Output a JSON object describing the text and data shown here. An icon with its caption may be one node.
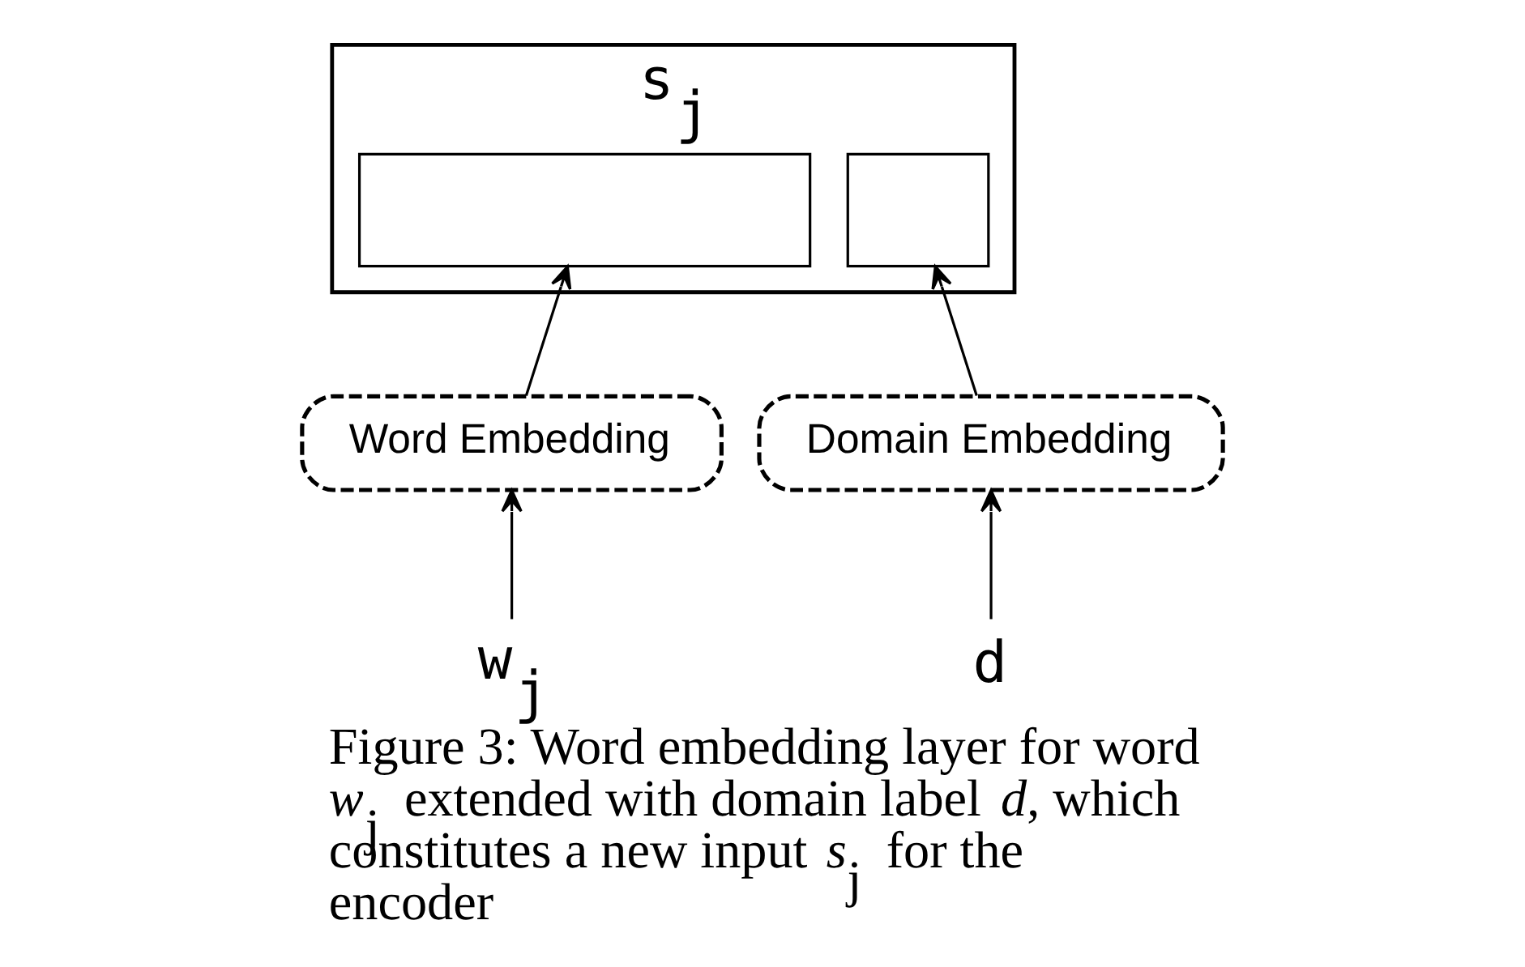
{
  "diagram": {
    "caption": "Figure 3: Word embedding layer for word *w*$_{j}$ extended with domain label *d*, which constitutes a new input *s*$_{j}$ for the encoder",
    "nodes": [
      {
        "text": [
          "s$_{j}$"
        ]
      },
      {
        "text": [],
        "shape": "box",
        "in": 0
      },
      {
        "text": [],
        "shape": "box",
        "in": 0
      },
      {
        "text": [
          "Word Embedding"
        ]
      },
      {
        "text": [
          "Domain Embedding"
        ]
      },
      {
        "text": [
          "w$_{j}$"
        ]
      },
      {
        "text": [
          "d"
        ]
      }
    ],
    "edges": [
      {
        "from": 3,
        "to": 1,
        "arrow": "to"
      },
      {
        "from": 4,
        "to": 2,
        "arrow": "to"
      },
      {
        "from": 5,
        "to": 3,
        "arrow": "to"
      },
      {
        "from": 6,
        "to": 4,
        "arrow": "to"
      }
    ]
  }
}
